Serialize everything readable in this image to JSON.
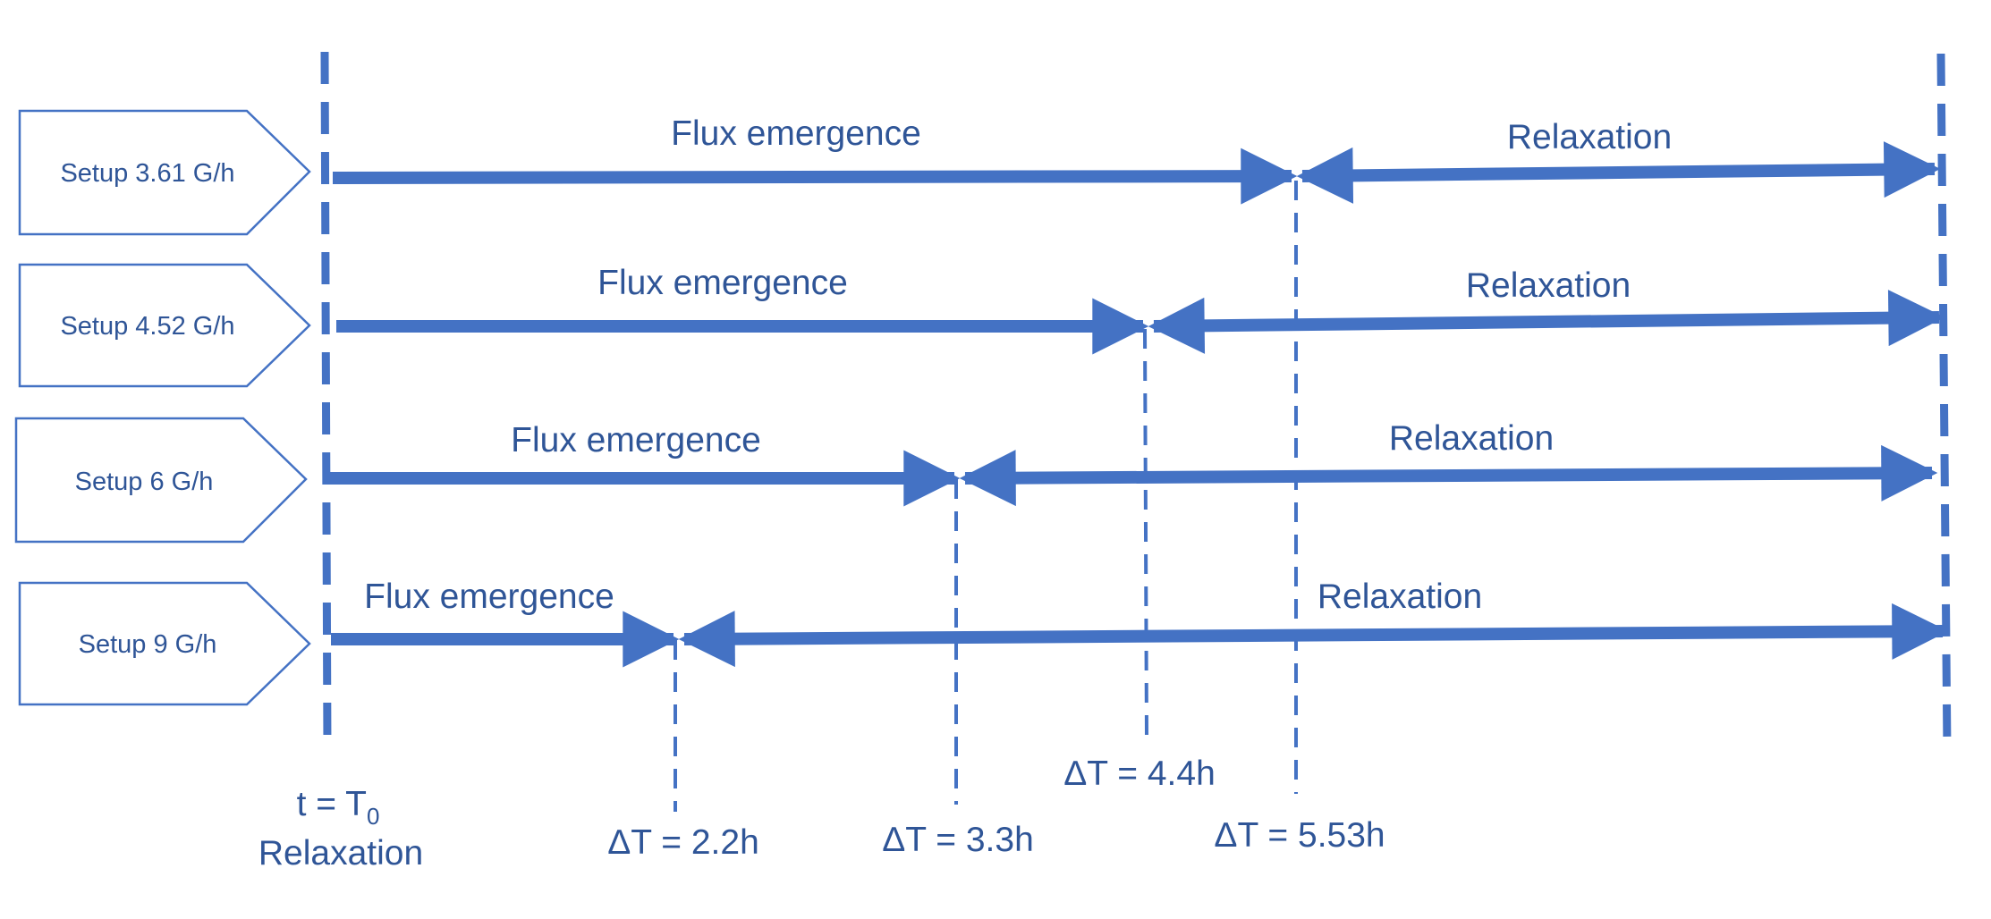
{
  "colors": {
    "line": "#4472C4",
    "setup_text": "#2F5597",
    "label_text": "#2F5597",
    "box_fill": "#ffffff"
  },
  "setups": [
    {
      "label": "Setup  3.61 G/h",
      "phase1": "Flux emergence",
      "phase2": "Relaxation"
    },
    {
      "label": "Setup  4.52 G/h",
      "phase1": "Flux emergence",
      "phase2": "Relaxation"
    },
    {
      "label": "Setup  6 G/h",
      "phase1": "Flux emergence",
      "phase2": "Relaxation"
    },
    {
      "label": "Setup  9 G/h",
      "phase1": "Flux emergence",
      "phase2": "Relaxation"
    }
  ],
  "start_marker": {
    "t_prefix": "t = T",
    "t_subscript": "0",
    "label": "Relaxation"
  },
  "durations": [
    {
      "label": "ΔT = 2.2h"
    },
    {
      "label": "ΔT = 3.3h"
    },
    {
      "label": "ΔT = 4.4h"
    },
    {
      "label": "ΔT = 5.53h"
    }
  ]
}
